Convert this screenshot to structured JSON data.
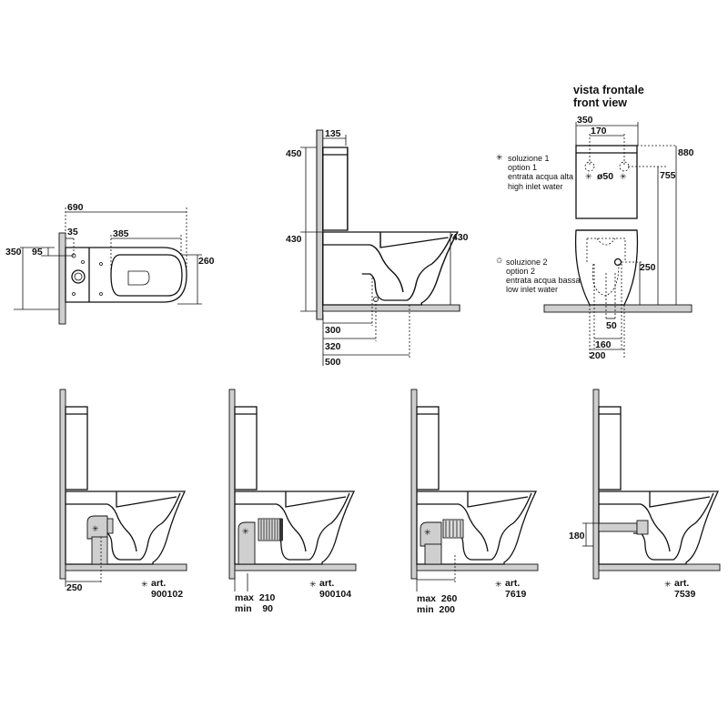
{
  "plan_view": {
    "dims": {
      "length": "690",
      "offset_wall": "35",
      "seat": "385",
      "depth": "350",
      "inlet": "95",
      "bowl_width": "260"
    }
  },
  "side_view": {
    "dims": {
      "tank_depth": "135",
      "tank_height": "450",
      "seat_height": "430",
      "rim_height": "430",
      "outlet_300": "300",
      "outlet_320": "320",
      "floor_500": "500"
    }
  },
  "front_view": {
    "title_it": "vista frontale",
    "title_en": "front view",
    "dims": {
      "width": "350",
      "inlet_spacing": "170",
      "inlet_diameter": "ø50",
      "total_height": "880",
      "inlet_height": "755",
      "low_inlet_height": "250",
      "d50": "50",
      "d160": "160",
      "d200": "200"
    },
    "option1": {
      "symbol": "✳",
      "lines": [
        "soluzione 1",
        "option 1",
        "entrata acqua alta",
        "high inlet water"
      ]
    },
    "option2": {
      "symbol": "✩",
      "lines": [
        "soluzione 2",
        "option 2",
        "entrata acqua bassa",
        "low inlet water"
      ]
    }
  },
  "installations": [
    {
      "dims": [
        "250"
      ],
      "art_label": "art.",
      "art_number": "900102"
    },
    {
      "dims": [
        "max  210",
        "min    90"
      ],
      "art_label": "art.",
      "art_number": "900104"
    },
    {
      "dims": [
        "max  260",
        "min  200"
      ],
      "art_label": "art.",
      "art_number": "7619"
    },
    {
      "dims": [
        "180"
      ],
      "art_label": "art.",
      "art_number": "7539"
    }
  ],
  "star_symbol": "✳"
}
